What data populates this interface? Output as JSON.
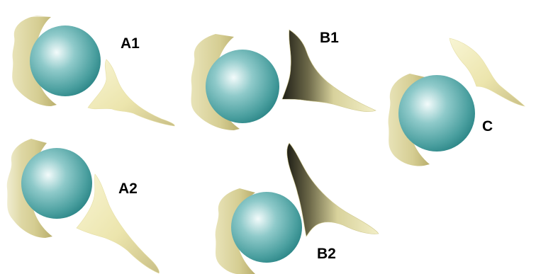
{
  "labels": {
    "a1": "A1",
    "b1": "B1",
    "c": "C",
    "a2": "A2",
    "b2": "B2"
  },
  "colors": {
    "sphere_light": "#f3fbfb",
    "sphere_mid": "#5fb3b3",
    "sphere_dark": "#237e80",
    "shell": "#d9d29a",
    "shell_shadow": "#b9ae6c",
    "wing": "#f5f1c6",
    "wing_dark": "#2c2c1e"
  }
}
